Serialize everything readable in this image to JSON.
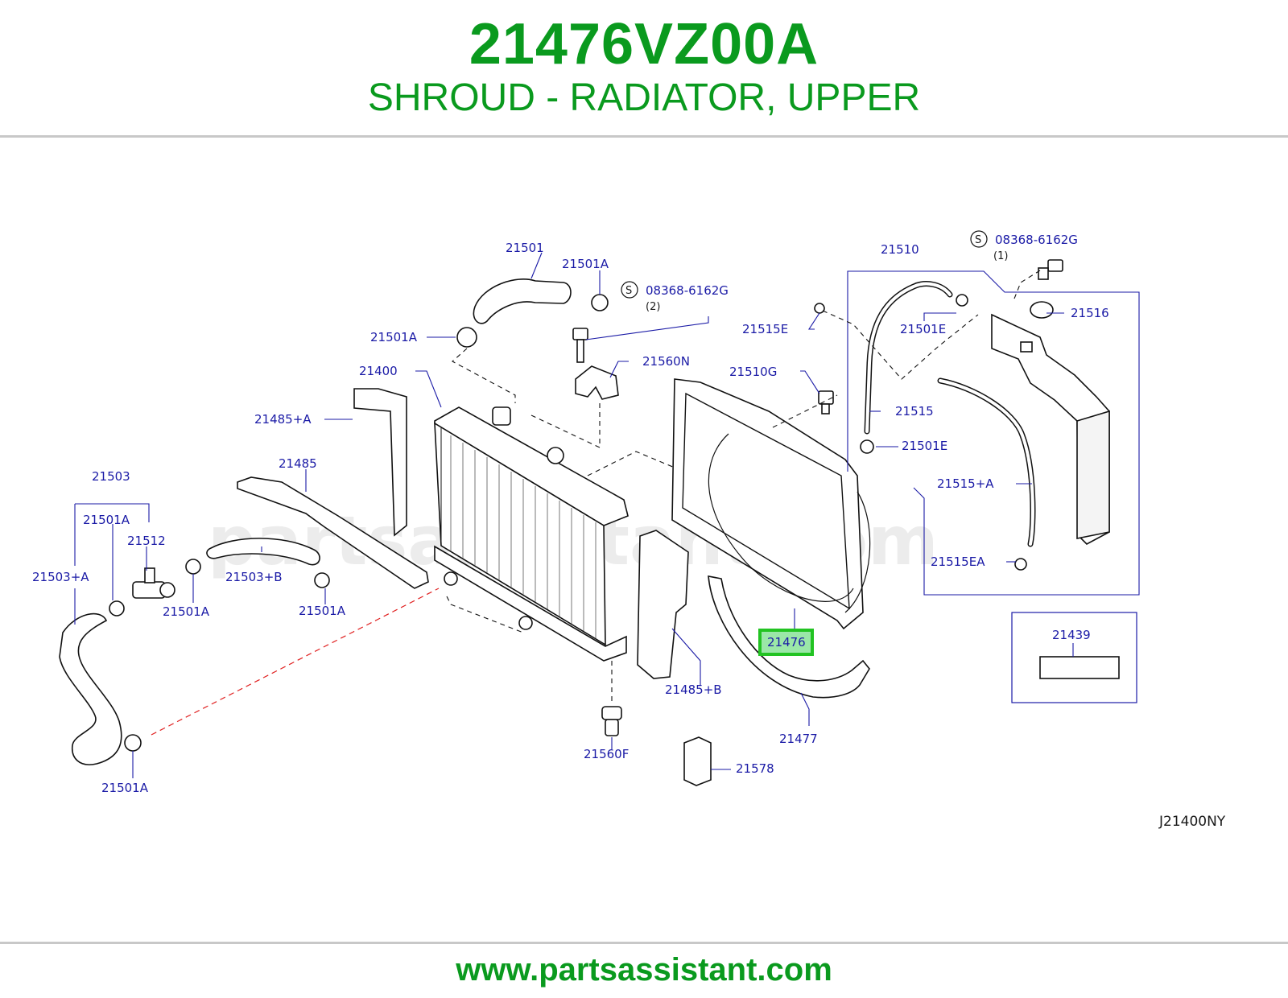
{
  "header": {
    "part_number": "21476VZ00A",
    "part_title": "SHROUD - RADIATOR, UPPER"
  },
  "diagram": {
    "watermark": "partsassistant.com",
    "diagram_code": "J21400NY",
    "highlighted_label": "21476",
    "screw_symbol": "S",
    "labels": {
      "p21501": "21501",
      "p21501A_top": "21501A",
      "p08368_mid": "08368-6162G",
      "p08368_mid_qty": "(2)",
      "p21501A_left": "21501A",
      "p21400": "21400",
      "p21560N": "21560N",
      "p21485A": "21485+A",
      "p21485": "21485",
      "p21503": "21503",
      "p21501A_a": "21501A",
      "p21512": "21512",
      "p21503A": "21503+A",
      "p21503B": "21503+B",
      "p21501A_b": "21501A",
      "p21501A_c": "21501A",
      "p21501A_bottom": "21501A",
      "p21560F": "21560F",
      "p21485B": "21485+B",
      "p21477": "21477",
      "p21578": "21578",
      "p21510": "21510",
      "p08368_top": "08368-6162G",
      "p08368_top_qty": "(1)",
      "p21515E": "21515E",
      "p21501E_top": "21501E",
      "p21516": "21516",
      "p21510G": "21510G",
      "p21515": "21515",
      "p21501E_bottom": "21501E",
      "p21515A": "21515+A",
      "p21515EA": "21515EA",
      "p21439": "21439"
    }
  },
  "footer": {
    "url": "www.partsassistant.com"
  },
  "colors": {
    "brand_green": "#0a9a1e",
    "label_blue": "#1a1aa6",
    "highlight_green": "#22c322",
    "highlight_fill": "#9be7a8",
    "rule_gray": "#c8c8c8"
  }
}
